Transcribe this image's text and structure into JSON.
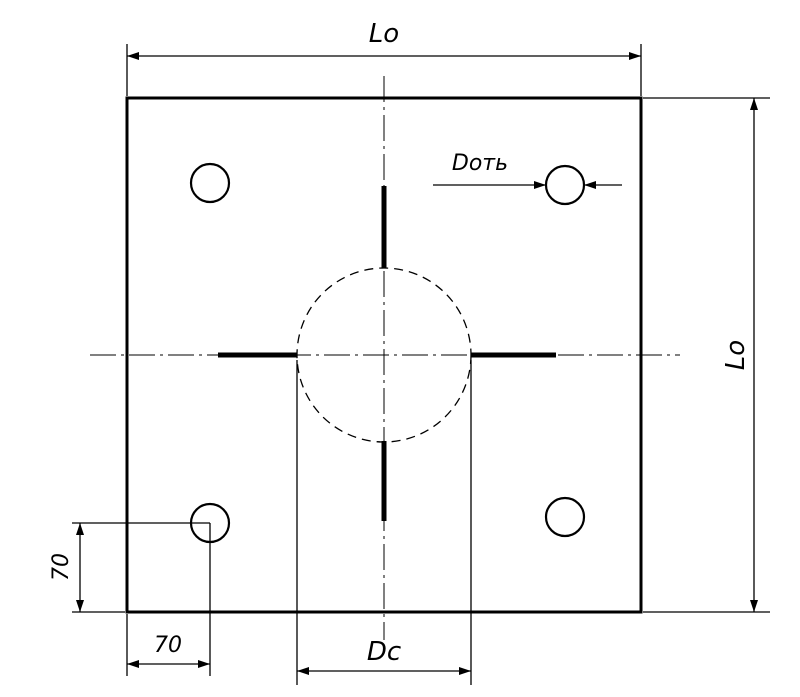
{
  "labels": {
    "top_width": "Lo",
    "right_height": "Lo",
    "hole_diameter": "Dоть",
    "column_diameter": "Dc",
    "edge_offset_x": "70",
    "edge_offset_y": "70"
  },
  "icons": {
    "bolt_hole": "circle-outline",
    "column_section": "dashed-circle",
    "weld_seam": "thick-line"
  }
}
